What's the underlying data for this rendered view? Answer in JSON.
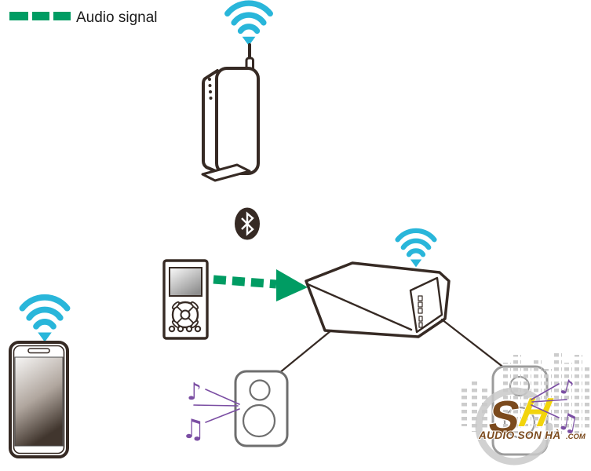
{
  "legend": {
    "label": "Audio signal"
  },
  "watermark": {
    "logo_s": "S",
    "logo_h": "H",
    "brand": "AUDIO SON HÀ",
    "suffix": ".COM"
  },
  "icons": {
    "wifi": "wifi-icon",
    "bluetooth": "bluetooth-icon",
    "note_single": "♪",
    "note_double": "♫"
  },
  "colors": {
    "background": "#ffffff",
    "audio_signal_green": "#009c63",
    "wifi_cyan": "#29b6da",
    "outline_dark": "#362a24",
    "speaker_gray": "#6e6e6e",
    "speaker_gray_light": "#9c9c9c",
    "music_purple": "#7b4ea3",
    "watermark_brown": "#7b4a1d",
    "watermark_yellow": "#f2d40c",
    "watermark_gray": "#c9c9c9",
    "legend_text": "#1c1c1c"
  }
}
